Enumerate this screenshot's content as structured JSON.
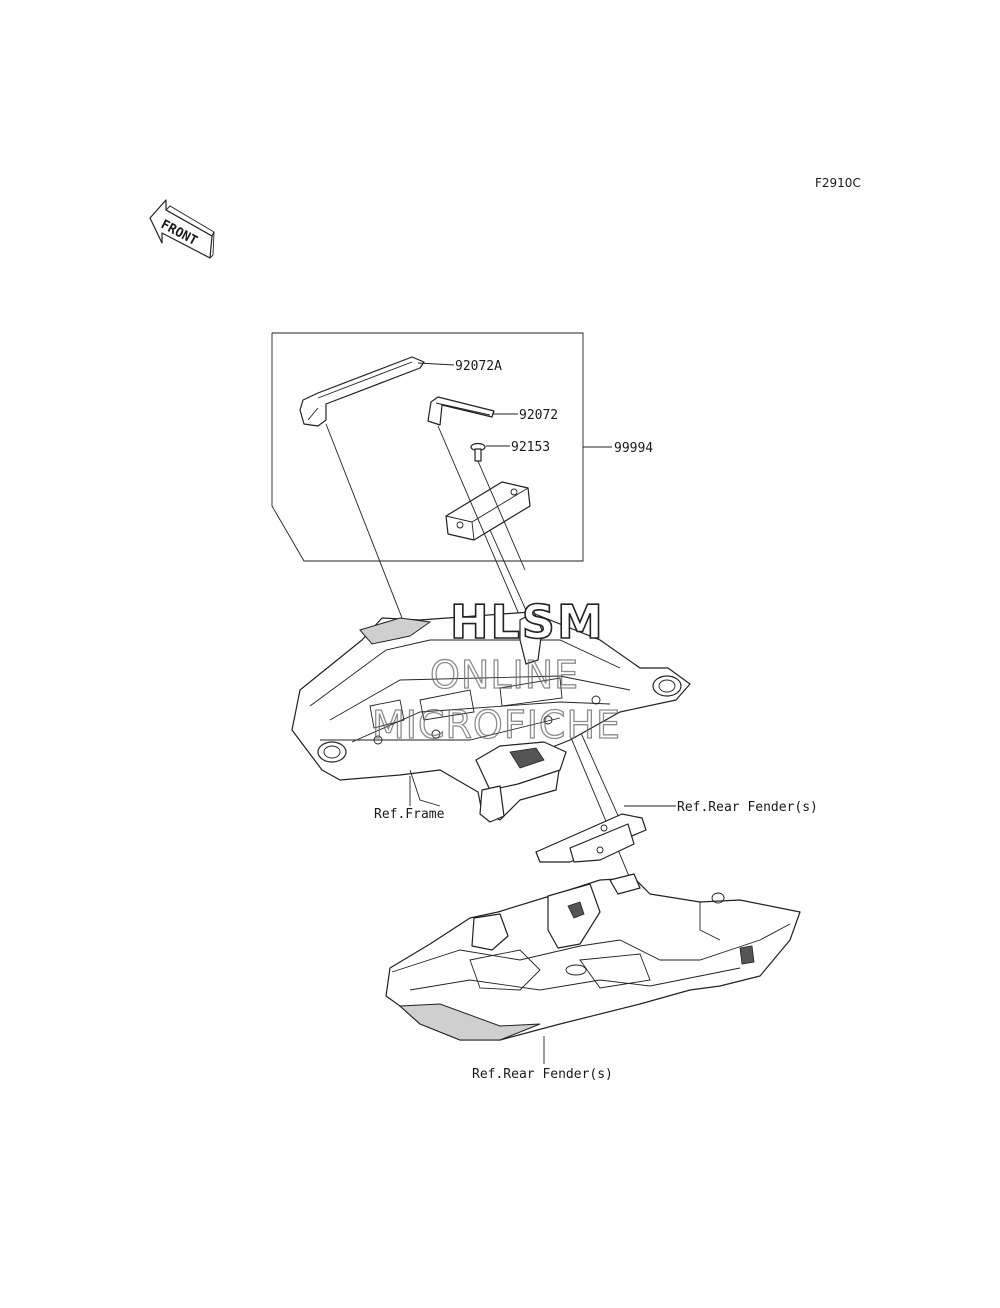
{
  "diagram": {
    "code": "F2910C",
    "front_label": "FRONT",
    "watermark": {
      "line1": "HLSM",
      "line2": "ONLINE",
      "line3": "MICROFICHE"
    },
    "callouts": {
      "p92072A": "92072A",
      "p92072": "92072",
      "p92153": "92153",
      "p99994": "99994",
      "ref_frame": "Ref.Frame",
      "ref_rear_fender_upper": "Ref.Rear Fender(s)",
      "ref_rear_fender_lower": "Ref.Rear Fender(s)"
    }
  }
}
